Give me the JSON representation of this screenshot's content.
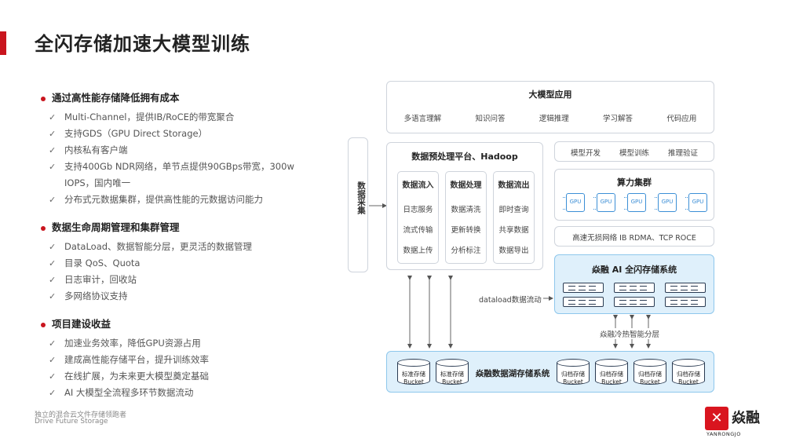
{
  "title": "全闪存储加速大模型训练",
  "sections": [
    {
      "heading": "通过高性能存储降低拥有成本",
      "items": [
        "Multi-Channel，提供IB/RoCE的带宽聚合",
        "支持GDS（GPU Direct Storage）",
        "内核私有客户端",
        "支持400Gb NDR网络，单节点提供90GBps带宽，300w",
        "分布式元数据集群，提供高性能的元数据访问能力"
      ],
      "continuation": "IOPS，国内唯一"
    },
    {
      "heading": "数据生命周期管理和集群管理",
      "items": [
        "DataLoad、数据智能分层，更灵活的数据管理",
        "目录 QoS、Quota",
        "日志审计，回收站",
        "多网络协议支持"
      ]
    },
    {
      "heading": "项目建设收益",
      "items": [
        "加速业务效率，降低GPU资源占用",
        "建成高性能存储平台，提升训练效率",
        "在线扩展，为未来更大模型奠定基础",
        "AI 大模型全流程多环节数据流动"
      ]
    }
  ],
  "check_mark": "✓",
  "footer": {
    "line1": "独立的混合云文件存储领跑者",
    "line2": "Drive Future Storage"
  },
  "diagram": {
    "app": {
      "title": "大模型应用",
      "items": [
        "多语言理解",
        "知识问答",
        "逻辑推理",
        "学习解答",
        "代码应用"
      ]
    },
    "collect": "数据采集",
    "preprocess": {
      "title": "数据预处理平台、Hadoop",
      "columns": [
        {
          "header": "数据流入",
          "lines": [
            "日志服务",
            "流式传输",
            "数据上传"
          ]
        },
        {
          "header": "数据处理",
          "lines": [
            "数据清洗",
            "更新转换",
            "分析标注"
          ]
        },
        {
          "header": "数据流出",
          "lines": [
            "即时查询",
            "共享数据",
            "数据导出"
          ]
        }
      ]
    },
    "model_ops": [
      "模型开发",
      "模型训练",
      "推理验证"
    ],
    "compute": {
      "title": "算力集群",
      "gpu_label": "GPU",
      "gpu_count": 5
    },
    "network": "高速无损网络 IB RDMA、TCP ROCE",
    "allflash": {
      "title": "焱融 AI 全闪存储系统"
    },
    "dataload_label": "dataload数据流动",
    "tiering_label": "焱融冷热智能分层",
    "lake": {
      "title": "焱融数据湖存储系统",
      "left": [
        {
          "line1": "标准存储",
          "line2": "Bucket"
        },
        {
          "line1": "标准存储",
          "line2": "Bucket"
        }
      ],
      "right": [
        {
          "line1": "归档存储",
          "line2": "Bucket"
        },
        {
          "line1": "归档存储",
          "line2": "Bucket"
        },
        {
          "line1": "归档存储",
          "line2": "Bucket"
        },
        {
          "line1": "归档存储",
          "line2": "Bucket"
        }
      ]
    }
  },
  "logo": {
    "mark": "✕",
    "name": "焱融",
    "sub": "YANRONGJO"
  },
  "colors": {
    "accent": "#c9151e",
    "storage_fill": "#dff0fb",
    "storage_border": "#8ec7ec",
    "gpu": "#3c8fd6"
  }
}
